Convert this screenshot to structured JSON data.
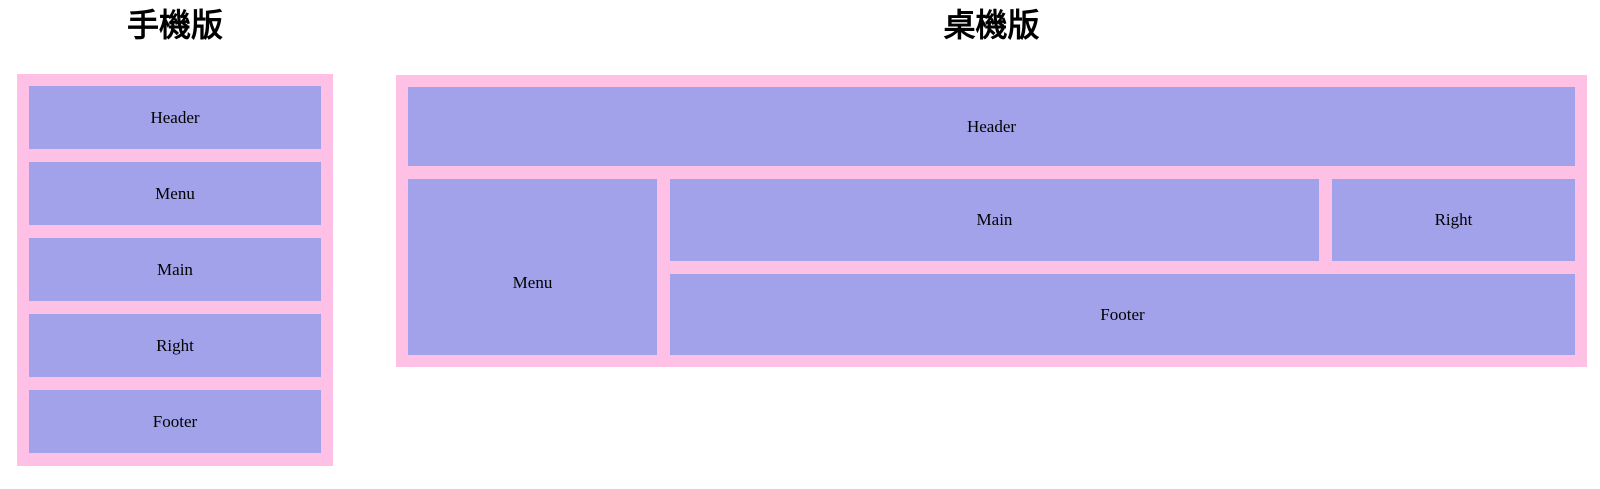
{
  "colors": {
    "container_pink": "#ffc0e6",
    "box_purple": "#a2a2ea",
    "label_text": "#000000",
    "title_text": "#000000",
    "page_bg": "#ffffff"
  },
  "mobile": {
    "title": "手機版",
    "boxes": [
      {
        "label": "Header"
      },
      {
        "label": "Menu"
      },
      {
        "label": "Main"
      },
      {
        "label": "Right"
      },
      {
        "label": "Footer"
      }
    ]
  },
  "desktop": {
    "title": "桌機版",
    "areas": {
      "header": "Header",
      "menu": "Menu",
      "main": "Main",
      "right": "Right",
      "footer": "Footer"
    }
  }
}
